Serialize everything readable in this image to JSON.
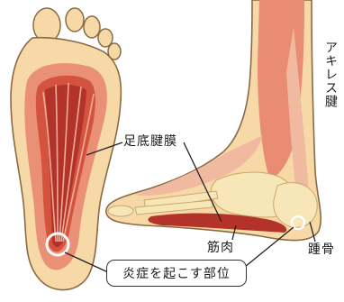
{
  "labels": {
    "plantar_fascia": "足底腱膜",
    "muscle": "筋肉",
    "achilles_tendon": "アキレス腱",
    "calcaneus": "踵骨",
    "inflammation_site": "炎症を起こす部位"
  },
  "colors": {
    "skin": "#f6d9a7",
    "skin_outline": "#8a6a44",
    "muscle_dark": "#b3332a",
    "muscle_mid": "#d4533f",
    "muscle_light": "#e98c73",
    "tendon": "#f2b9a1",
    "bone": "#f7e6b8",
    "marker": "#ffffff"
  }
}
